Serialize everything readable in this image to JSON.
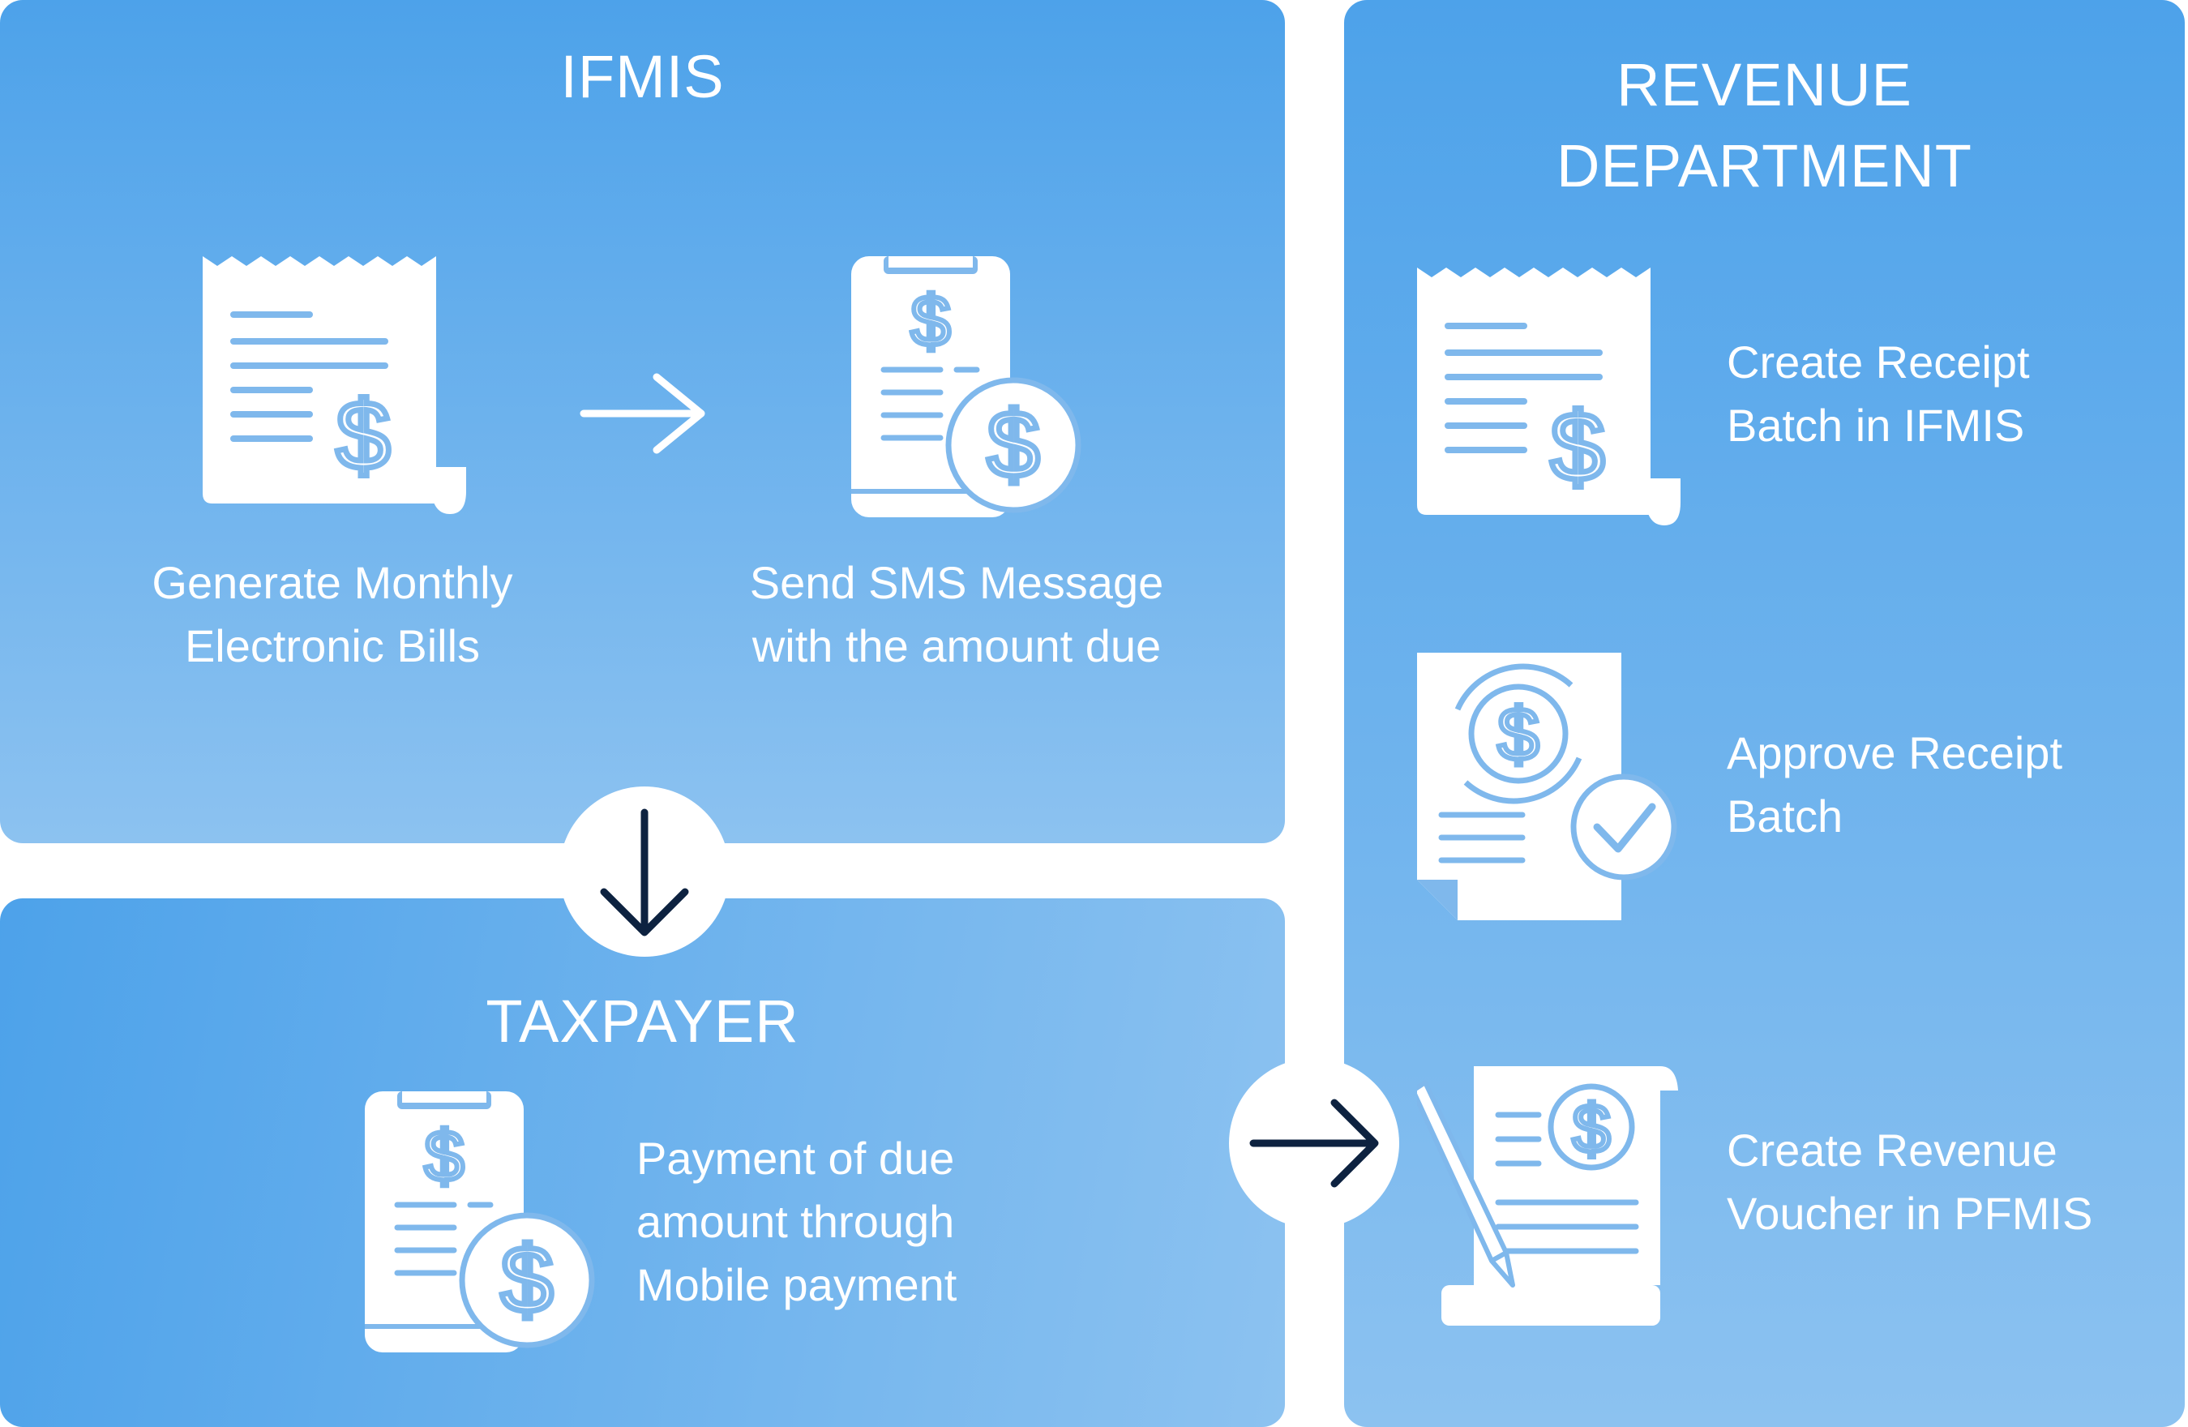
{
  "ifmis": {
    "title": "IFMIS",
    "step1": "Generate Monthly\nElectronic Bills",
    "step2": "Send SMS Message\nwith the amount due"
  },
  "taxpayer": {
    "title": "TAXPAYER",
    "step": "Payment of due\namount through\nMobile payment"
  },
  "revenue": {
    "title": "REVENUE\nDEPARTMENT",
    "step1": "Create Receipt\nBatch in IFMIS",
    "step2": "Approve Receipt\nBatch",
    "step3": "Create Revenue\nVoucher in PFMIS"
  },
  "icons": {
    "bill": "receipt-dollar-icon",
    "sms": "phone-dollar-icon",
    "payment": "phone-dollar-icon",
    "receipt": "receipt-dollar-icon",
    "approve": "document-check-icon",
    "voucher": "voucher-pen-icon"
  },
  "colors": {
    "panel_top": "#4da2ea",
    "panel_bottom": "#8cc2f0",
    "icon_line": "#7fb8ec",
    "arrow_dark": "#0d2240"
  }
}
